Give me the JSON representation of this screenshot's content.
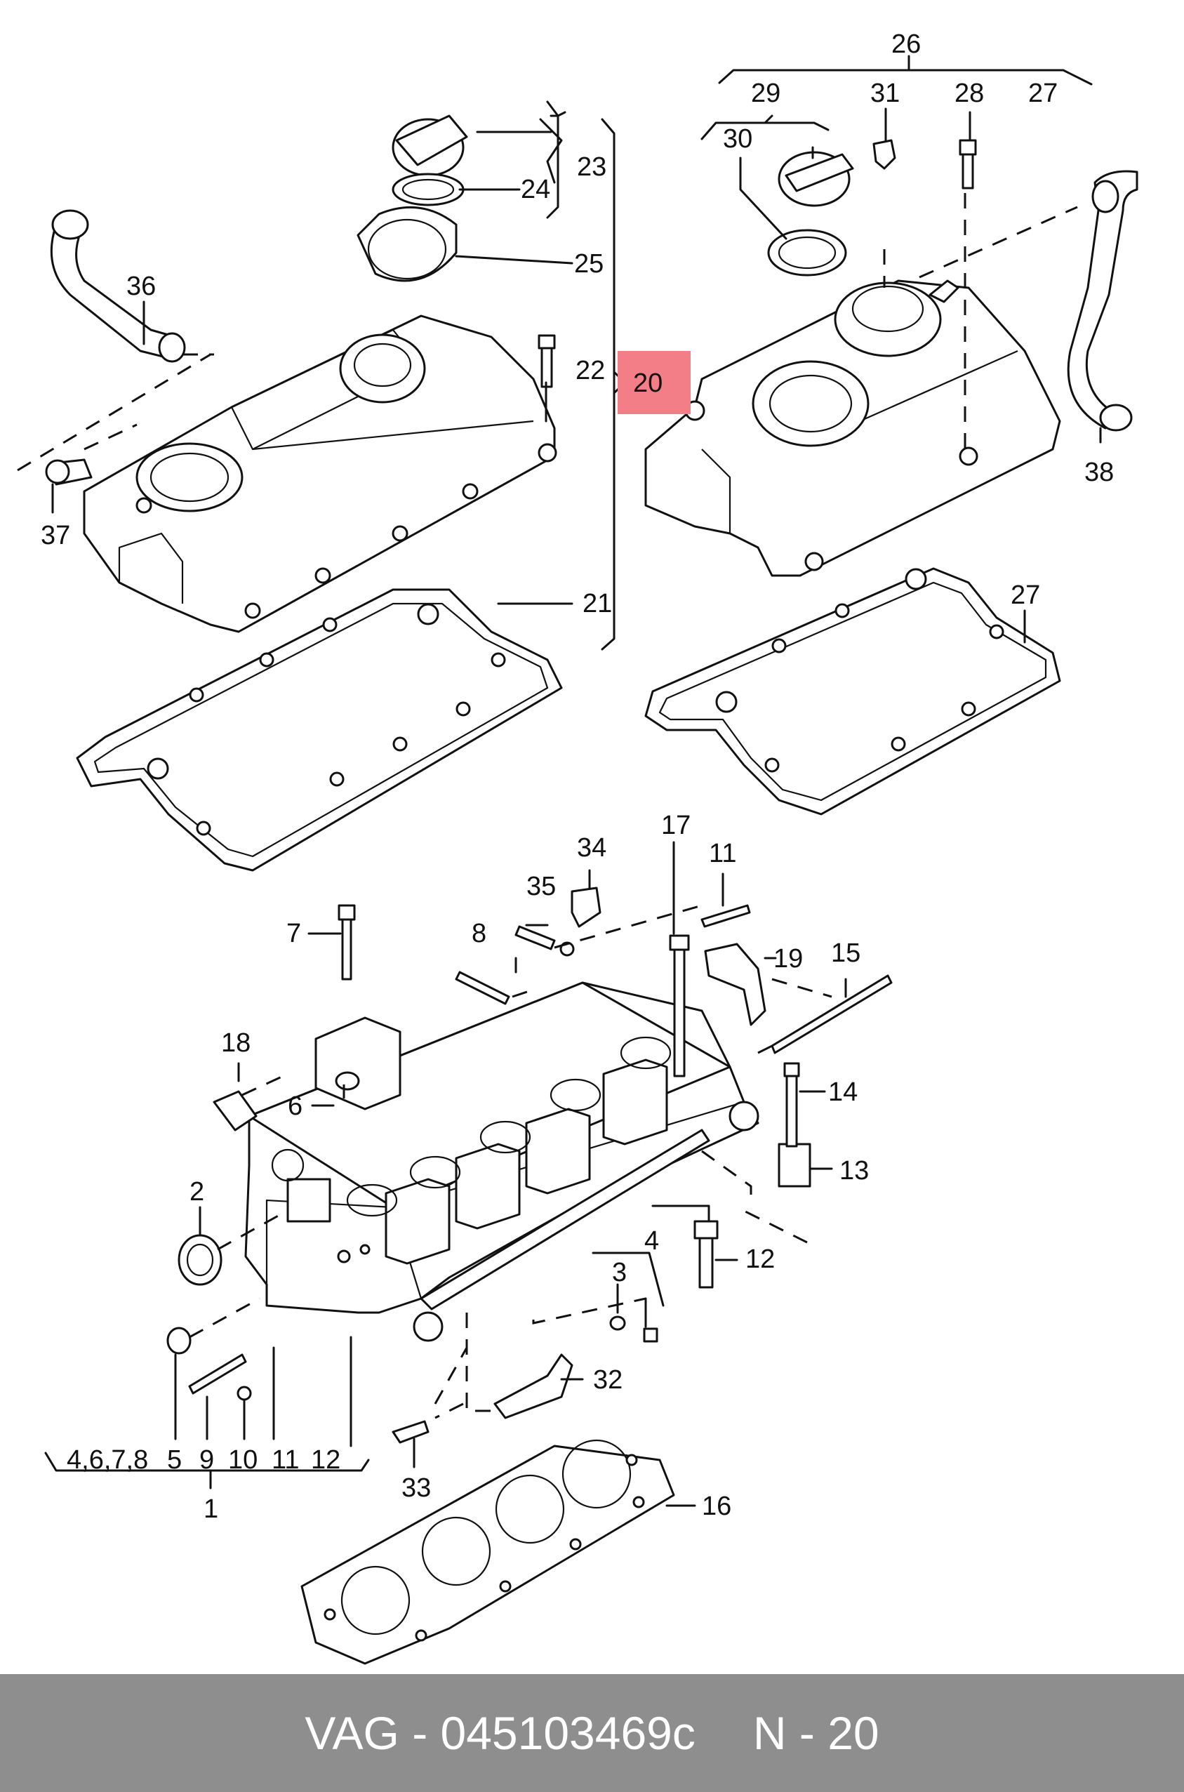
{
  "labels": {
    "l1": "1",
    "l2": "2",
    "l3": "3",
    "l4": "4",
    "l5": "5",
    "l6": "6",
    "l7": "7",
    "l8": "8",
    "l9": "9",
    "l10": "10",
    "l11a": "11",
    "l11b": "11",
    "l12a": "12",
    "l12b": "12",
    "l13": "13",
    "l14": "14",
    "l15": "15",
    "l16": "16",
    "l17": "17",
    "l18": "18",
    "l19": "19",
    "l20": "20",
    "l21": "21",
    "l22": "22",
    "l23": "23",
    "l24": "24",
    "l25": "25",
    "l26": "26",
    "l27a": "27",
    "l27b": "27",
    "l28": "28",
    "l29": "29",
    "l30": "30",
    "l31": "31",
    "l32": "32",
    "l33": "33",
    "l34": "34",
    "l35": "35",
    "l36": "36",
    "l37": "37",
    "l38": "38",
    "group1": "4,6,7,8"
  },
  "highlight_color": "#f47e87",
  "footer": {
    "brand": "VAG",
    "separator": " - ",
    "part_number": "045103469c",
    "diagram_ref": "N - 20",
    "background": "#8e8e8e"
  }
}
